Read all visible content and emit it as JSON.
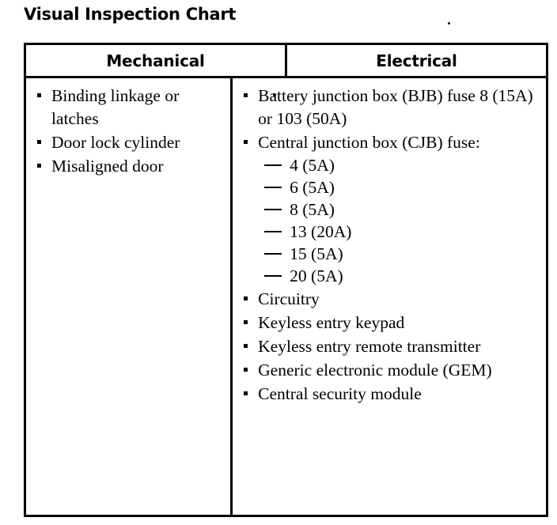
{
  "document": {
    "title": "Visual Inspection Chart"
  },
  "table": {
    "columns": [
      {
        "header": "Mechanical"
      },
      {
        "header": "Electrical"
      }
    ],
    "mechanical": {
      "items": [
        {
          "text": "Binding linkage or latches"
        },
        {
          "text": "Door lock cylinder"
        },
        {
          "text": "Misaligned door"
        }
      ]
    },
    "electrical": {
      "items": [
        {
          "text": "Battery junction box (BJB) fuse 8 (15A) or 103 (50A)"
        },
        {
          "text": "Central junction box (CJB) fuse:",
          "subitems": [
            {
              "text": "4 (5A)"
            },
            {
              "text": "6 (5A)"
            },
            {
              "text": "8 (5A)"
            },
            {
              "text": "13 (20A)"
            },
            {
              "text": "15 (5A)"
            },
            {
              "text": "20 (5A)"
            }
          ]
        },
        {
          "text": "Circuitry"
        },
        {
          "text": "Keyless entry keypad"
        },
        {
          "text": "Keyless entry remote transmitter"
        },
        {
          "text": "Generic electronic module (GEM)"
        },
        {
          "text": "Central security module"
        }
      ]
    }
  },
  "style": {
    "ink_color": "#000000",
    "paper_color": "#ffffff"
  }
}
